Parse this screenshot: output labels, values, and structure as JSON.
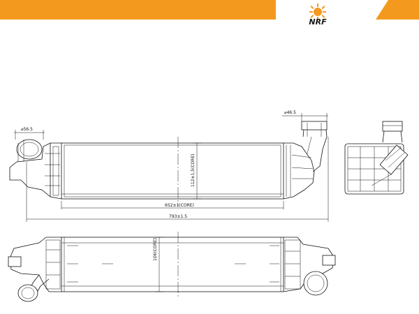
{
  "brand": {
    "logo_text": "NRF",
    "colors": {
      "accent": "#f39a1e",
      "line": "#111111",
      "background": "#ffffff"
    }
  },
  "dimensions": {
    "inlet_diameter": "⌀56.5",
    "outlet_diameter": "⌀46.5",
    "core_height": "112±1,5(CORE)",
    "core_length": "652±1(CORE)",
    "overall_length": "793±1.5",
    "core_depth": "106(CORE)"
  }
}
